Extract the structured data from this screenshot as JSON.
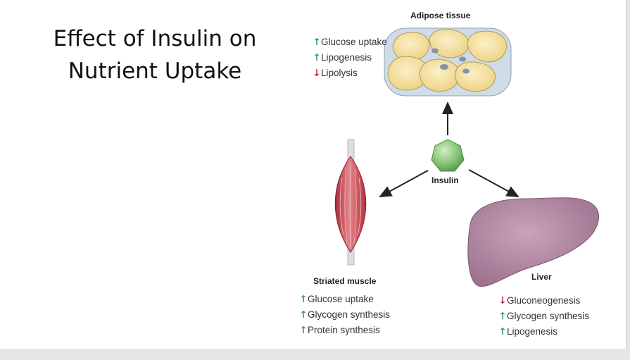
{
  "slide": {
    "title_line1": "Effect of Insulin on",
    "title_line2": "Nutrient Uptake"
  },
  "diagram": {
    "center": {
      "label": "Insulin",
      "icon": "insulin-heptagon-icon",
      "color": "#8cc87a"
    },
    "adipose": {
      "label": "Adipose tissue",
      "effects": [
        {
          "direction": "up",
          "text": "Glucose uptake"
        },
        {
          "direction": "up",
          "text": "Lipogenesis"
        },
        {
          "direction": "down",
          "text": "Lipolysis"
        }
      ]
    },
    "muscle": {
      "label": "Striated muscle",
      "effects": [
        {
          "direction": "up",
          "text": "Glucose uptake"
        },
        {
          "direction": "up",
          "text": "Glycogen synthesis"
        },
        {
          "direction": "up",
          "text": "Protein synthesis"
        }
      ]
    },
    "liver": {
      "label": "Liver",
      "effects": [
        {
          "direction": "down",
          "text": "Gluconeogenesis"
        },
        {
          "direction": "up",
          "text": "Glycogen synthesis"
        },
        {
          "direction": "up",
          "text": "Lipogenesis"
        }
      ]
    },
    "colors": {
      "increase": "#2f9b8c",
      "decrease": "#cc2a36",
      "fat_cell": "#f6e3a6",
      "muscle": "#c9424e",
      "liver": "#a77e98"
    }
  }
}
